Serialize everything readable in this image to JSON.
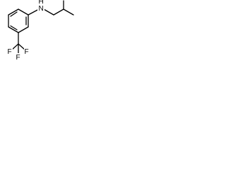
{
  "molecule": {
    "atoms": {
      "nitrogen": "N",
      "hydrogen": "H",
      "fluorine_1": "F",
      "fluorine_2": "F",
      "fluorine_3": "F"
    }
  }
}
